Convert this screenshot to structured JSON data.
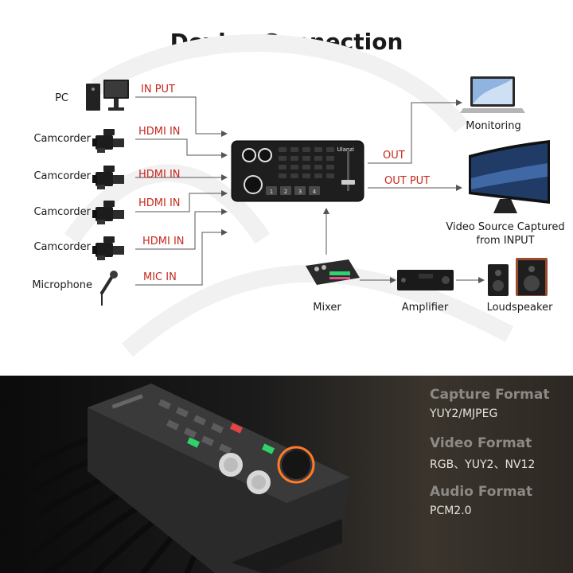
{
  "title": "Device Connection",
  "sources": [
    {
      "label": "PC",
      "port": "IN PUT"
    },
    {
      "label": "Camcorder",
      "port": "HDMI IN"
    },
    {
      "label": "Camcorder",
      "port": "HDMI IN"
    },
    {
      "label": "Camcorder",
      "port": "HDMI IN"
    },
    {
      "label": "Camcorder",
      "port": "HDMI IN"
    },
    {
      "label": "Microphone",
      "port": "MIC IN"
    }
  ],
  "device_brand": "Ulanzi",
  "device_buttons": [
    "1",
    "2",
    "3",
    "4"
  ],
  "outputs": [
    {
      "port": "OUT",
      "label": "Monitoring"
    },
    {
      "port": "OUT PUT",
      "label_line1": "Video Source Captured",
      "label_line2": "from INPUT"
    }
  ],
  "audio_chain": [
    "Mixer",
    "Amplifier",
    "Loudspeaker"
  ],
  "specs": [
    {
      "heading": "Capture Format",
      "value": "YUY2/MJPEG"
    },
    {
      "heading": "Video Format",
      "value": "RGB、YUY2、NV12"
    },
    {
      "heading": "Audio Format",
      "value": "PCM2.0"
    }
  ],
  "colors": {
    "port_label": "#c8281e",
    "connector_line": "#555555",
    "spec_heading": "#8d8a86",
    "spec_value": "#e6e3df"
  }
}
